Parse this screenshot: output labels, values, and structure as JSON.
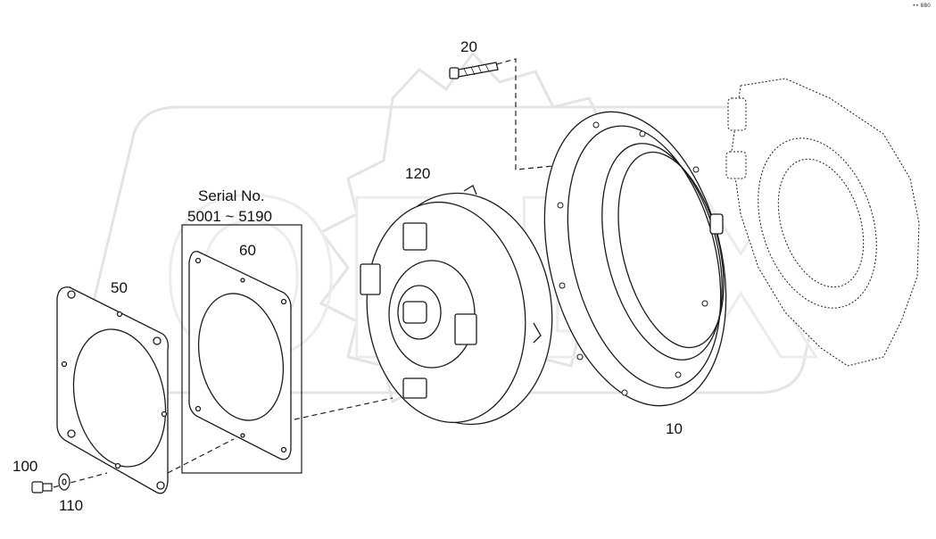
{
  "labels": {
    "bolt": "20",
    "converter": "120",
    "serial_title": "Serial No.",
    "serial_range": "5001 ~ 5190",
    "gasket_60": "60",
    "plate_50": "50",
    "housing_10": "10",
    "bolt_100": "100",
    "washer_110": "110"
  },
  "corner_mark": "•• 880",
  "colors": {
    "line": "#1a1a1a",
    "watermark": "#e6e6e6",
    "dash": "#222222"
  }
}
